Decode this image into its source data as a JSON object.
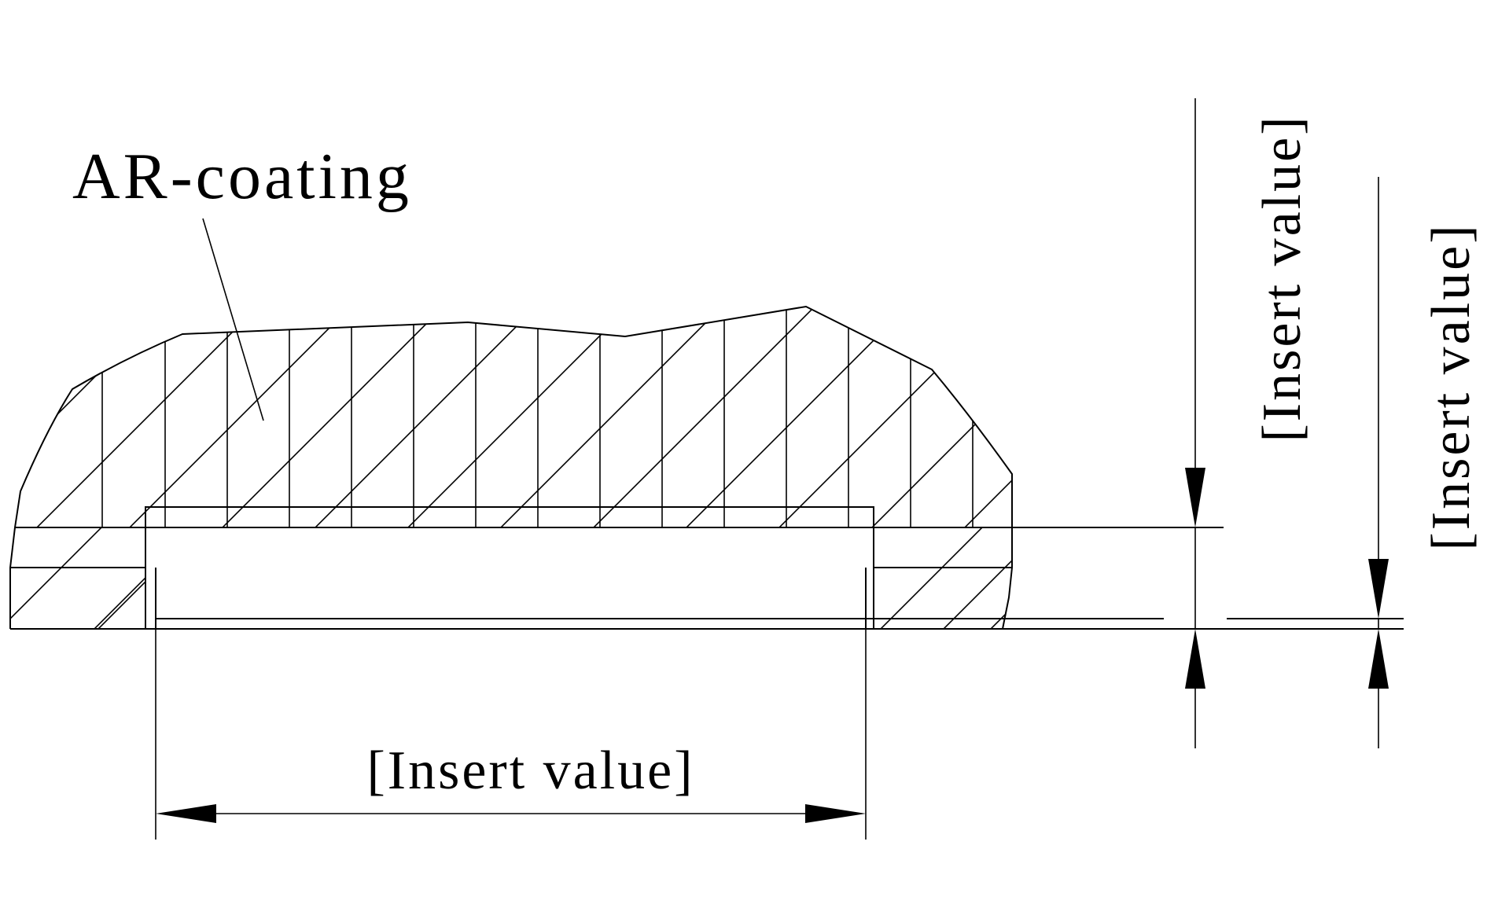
{
  "labels": {
    "coating": "AR-coating",
    "dim_width": "[Insert value]",
    "dim_height_outer": "[Insert value]",
    "dim_height_inner": "[Insert value]"
  },
  "colors": {
    "line": "#000000",
    "background": "#ffffff"
  }
}
